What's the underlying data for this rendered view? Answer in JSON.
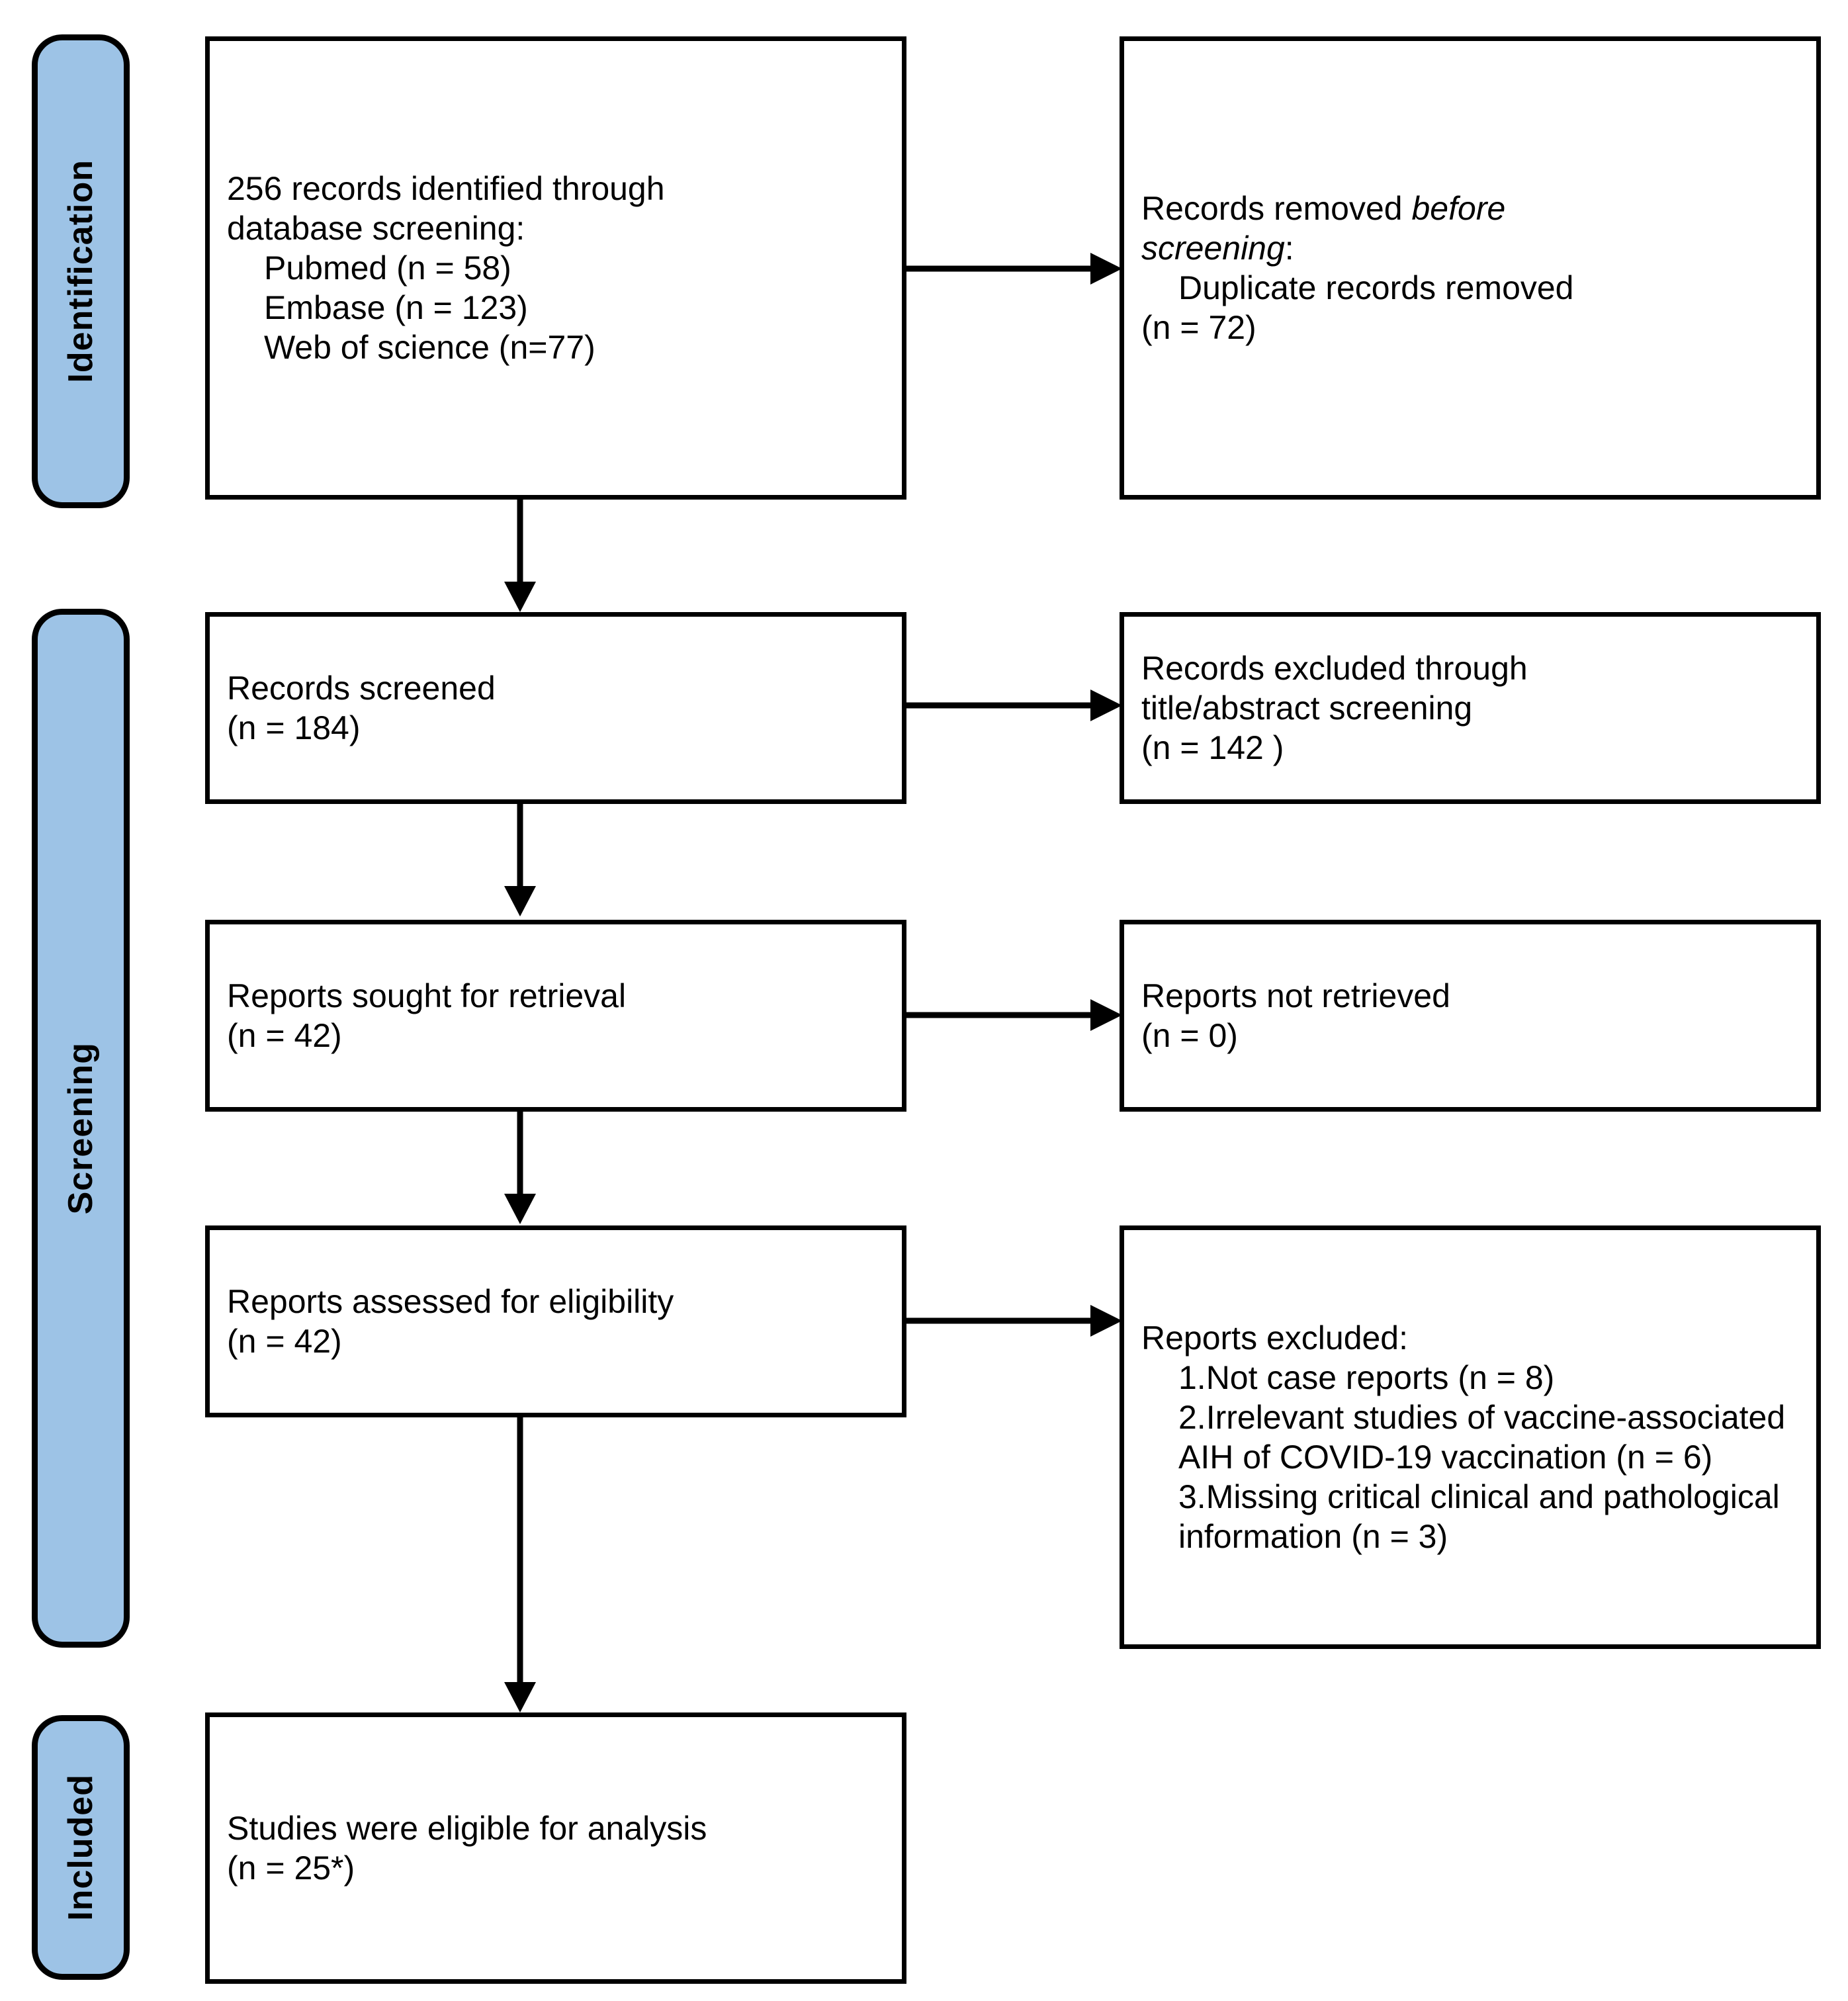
{
  "figure": {
    "type": "prisma-flow-diagram",
    "accent_color": "#9DC3E6",
    "line_color": "#000000",
    "background": "#ffffff"
  },
  "stages": [
    {
      "id": "identification",
      "label": "Identification"
    },
    {
      "id": "screening",
      "label": "Screening"
    },
    {
      "id": "included",
      "label": "Included"
    }
  ],
  "boxes": {
    "identified": {
      "lines": [
        "256 records identified through",
        "database screening:",
        "Pubmed (n = 58)",
        "Embase (n = 123)",
        "Web of science (n=77)"
      ]
    },
    "removed_before_screening": {
      "line1_plain": "Records removed ",
      "line1_italic": "before",
      "line2_italic": "screening",
      "line2_plain": ":",
      "line3": "Duplicate records removed",
      "line4": "(n = 72)"
    },
    "records_screened": {
      "lines": [
        "Records screened",
        "(n = 184)"
      ]
    },
    "records_excluded": {
      "lines": [
        "Records excluded through",
        "title/abstract screening",
        "(n = 142 )"
      ]
    },
    "reports_sought": {
      "lines": [
        "Reports sought for retrieval",
        "(n = 42)"
      ]
    },
    "reports_not_retrieved": {
      "lines": [
        "Reports not retrieved",
        "(n = 0)"
      ]
    },
    "reports_assessed": {
      "lines": [
        "Reports assessed for eligibility",
        "(n = 42)"
      ]
    },
    "reports_excluded": {
      "heading": "Reports excluded:",
      "items": [
        "1.Not case reports (n = 8)",
        "2.Irrelevant studies of vaccine-associated AIH of COVID-19 vaccination (n = 6)",
        "3.Missing critical clinical and pathological information (n = 3)"
      ]
    },
    "studies_included": {
      "lines": [
        "Studies were eligible for analysis",
        "(n = 25*)"
      ]
    }
  },
  "connectors": [
    {
      "id": "identified-to-removed",
      "direction": "right"
    },
    {
      "id": "identified-to-screened",
      "direction": "down"
    },
    {
      "id": "screened-to-excluded",
      "direction": "right"
    },
    {
      "id": "screened-to-sought",
      "direction": "down"
    },
    {
      "id": "sought-to-not-retrieved",
      "direction": "right"
    },
    {
      "id": "sought-to-assessed",
      "direction": "down"
    },
    {
      "id": "assessed-to-excluded",
      "direction": "right"
    },
    {
      "id": "assessed-to-included",
      "direction": "down"
    }
  ]
}
